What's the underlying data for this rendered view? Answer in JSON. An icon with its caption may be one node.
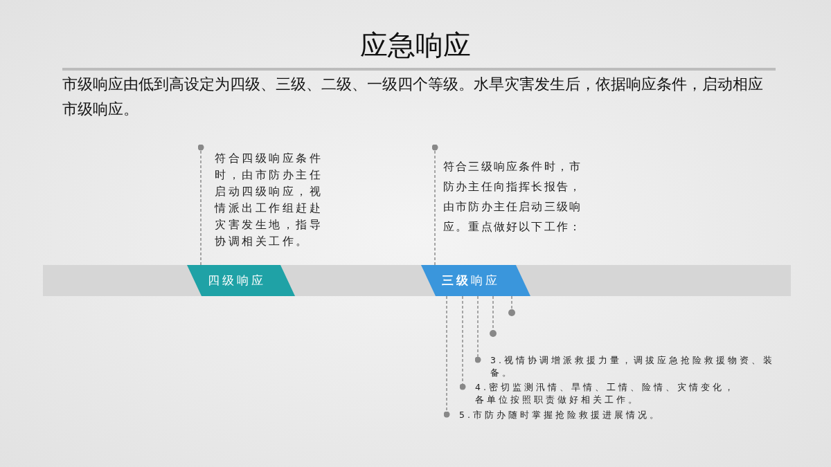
{
  "diagram": {
    "title": "应急响应",
    "nodes": [
      {
        "text": [
          "四级响应"
        ]
      },
      {
        "text": [
          "符合四级响应条件时，由市防办主任启动四级响应，视情派出工作组赶赴灾害发生地，指导协调相关工作。"
        ]
      },
      {
        "text": [
          "**三级**响应"
        ]
      },
      {
        "text": [
          "符合三级响应条件时，市防办主任向指挥长报告，由市防办主任启动三级响应。重点做好以下工作："
        ]
      },
      {
        "text": [],
        "shape": "circle"
      },
      {
        "text": [],
        "shape": "circle"
      },
      {
        "text": [
          "3.视情协调增派救援力量，调拔应急抢险救援物资、装备。"
        ]
      },
      {
        "text": [
          "4.密切监测汛情、旱情、工情、险情、灾情变化，各单位按照职责做好相关工作。"
        ]
      },
      {
        "text": [
          "5.市防办随时掌握抢险救援进展情况。"
        ]
      }
    ],
    "edges": [
      {
        "from": 0,
        "to": 1,
        "arrow": "other",
        "style": "dashed"
      },
      {
        "from": 2,
        "to": 3,
        "arrow": "other",
        "style": "dashed"
      },
      {
        "from": 2,
        "to": 4,
        "arrow": "none",
        "style": "dashed"
      },
      {
        "from": 2,
        "to": 5,
        "arrow": "none",
        "style": "dashed"
      },
      {
        "from": 2,
        "to": 6,
        "arrow": "other",
        "style": "dashed"
      },
      {
        "from": 2,
        "to": 7,
        "arrow": "other",
        "style": "dashed"
      },
      {
        "from": 2,
        "to": 8,
        "arrow": "other",
        "style": "dashed"
      }
    ],
    "labels": [
      "市级响应由低到高设定为四级、三级、二级、一级四个等级。水旱灾害发生后，依据响应条件，启动相应市级响应。"
    ]
  }
}
